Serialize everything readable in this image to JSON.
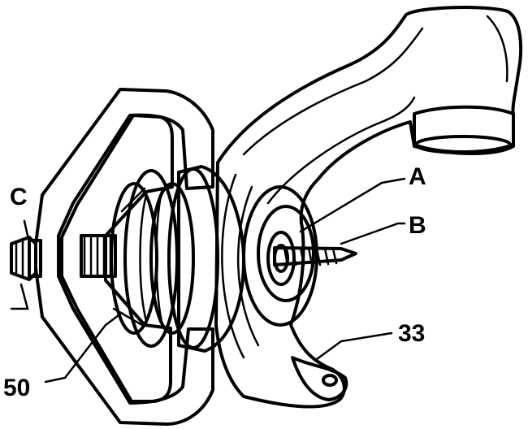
{
  "diagram": {
    "labels": {
      "a": "A",
      "b": "B",
      "c": "C",
      "n33": "33",
      "n50": "50"
    }
  }
}
